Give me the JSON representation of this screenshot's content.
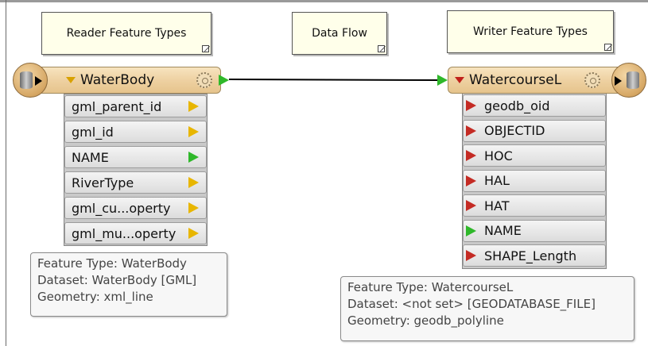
{
  "annotations": {
    "reader": "Reader Feature Types",
    "dataflow": "Data Flow",
    "writer": "Writer Feature Types"
  },
  "reader": {
    "name": "WaterBody",
    "attributes": [
      "gml_parent_id",
      "gml_id",
      "NAME",
      "RiverType",
      "gml_cu...operty",
      "gml_mu...operty"
    ],
    "attribute_port_colors": [
      "yellow",
      "yellow",
      "green",
      "yellow",
      "yellow",
      "yellow"
    ],
    "tooltip": {
      "line1": "Feature Type: WaterBody",
      "line2": "Dataset: WaterBody [GML]",
      "line3": "Geometry: xml_line"
    }
  },
  "writer": {
    "name": "WatercourseL",
    "attributes": [
      "geodb_oid",
      "OBJECTID",
      "HOC",
      "HAL",
      "HAT",
      "NAME",
      "SHAPE_Length"
    ],
    "attribute_port_colors": [
      "red",
      "red",
      "red",
      "red",
      "red",
      "green",
      "red"
    ],
    "tooltip": {
      "line1": "Feature Type: WatercourseL",
      "line2": "Dataset: <not set> [GEODATABASE_FILE]",
      "line3": "Geometry: geodb_polyline"
    }
  },
  "colors": {
    "connection_line": "#000000",
    "port_green": "#2fb82a",
    "port_yellow": "#e8b600",
    "port_red": "#c42b24",
    "header_fill": "#eed1a2",
    "annotation_fill": "#ffffea"
  }
}
